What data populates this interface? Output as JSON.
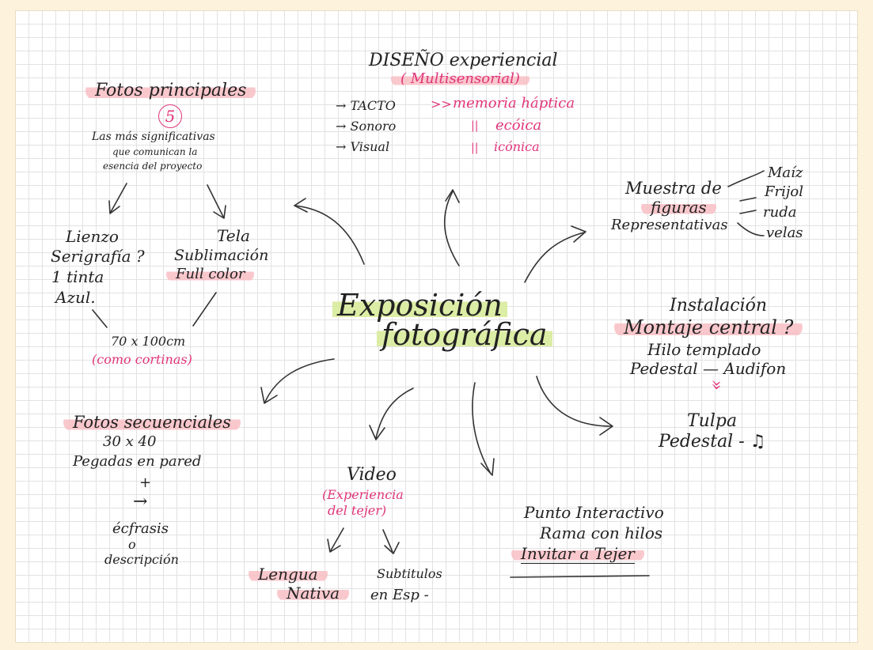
{
  "center": {
    "line1": "Exposición",
    "line2": "fotográfica"
  },
  "fotos_principales": {
    "title": "Fotos principales",
    "count": "5",
    "desc1": "Las más significativas",
    "desc2": "que comunican la",
    "desc3": "esencia del proyecto",
    "lienzo": {
      "l1": "Lienzo",
      "l2": "Serigrafía ?",
      "l3": "1 tinta",
      "l4": "Azul."
    },
    "tela": {
      "l1": "Tela",
      "l2": "Sublimación",
      "l3": "Full color"
    },
    "size": "70 x 100cm",
    "note": "(como cortinas)"
  },
  "diseno": {
    "title": "DISEÑO experiencial",
    "subtitle": "( Multisensorial)",
    "rows": [
      {
        "sense": "→ TACTO",
        "sep": ">>",
        "memory": "memoria háptica"
      },
      {
        "sense": "→ Sonoro",
        "sep": "||",
        "memory": "ecóica"
      },
      {
        "sense": "→ Visual",
        "sep": "||",
        "memory": "icónica"
      }
    ]
  },
  "muestra": {
    "l1": "Muestra de",
    "l2": "figuras",
    "l3": "Representativas",
    "items": [
      "Maíz",
      "Frijol",
      "ruda",
      "velas"
    ]
  },
  "instalacion": {
    "l1": "Instalación",
    "l2": "Montaje central ?",
    "l3": "Hilo templado",
    "l4": "Pedestal — Audifon",
    "marker": "»",
    "l5": "Tulpa",
    "l6": "Pedestal - ♫"
  },
  "secuenciales": {
    "title": "Fotos secuenciales",
    "l1": "30 x 40",
    "l2": "Pegadas en pared",
    "plus": "+",
    "arrow": "→",
    "l3": "écfrasis",
    "l4": "o",
    "l5": "descripción"
  },
  "video": {
    "title": "Video",
    "sub1": "(Experiencia",
    "sub2": "del tejer)",
    "lengua1": "Lengua",
    "lengua2": "Nativa",
    "subt1": "Subtitulos",
    "subt2": "en Esp -"
  },
  "punto": {
    "l1": "Punto Interactivo",
    "l2": "Rama con hilos",
    "l3": "Invitar a Tejer"
  },
  "colors": {
    "pink_ink": "#e0357a",
    "pink_highlight": "#f8bec4",
    "green_highlight": "#daeca0",
    "ink": "#222222"
  }
}
